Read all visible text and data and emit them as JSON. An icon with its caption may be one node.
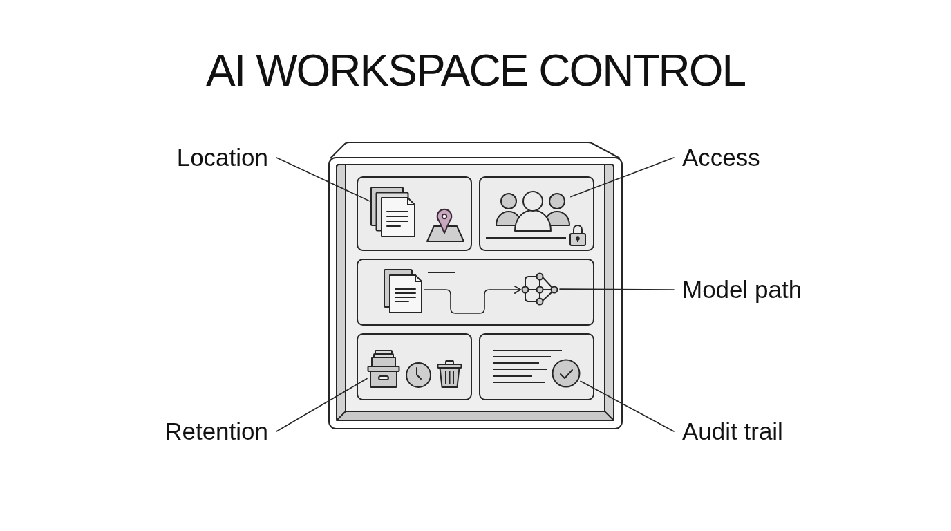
{
  "diagram": {
    "title": "AI WORKSPACE CONTROL",
    "nodes": [
      {
        "text": [
          "Location"
        ]
      },
      {
        "text": [
          "Access"
        ]
      },
      {
        "text": [
          "Model path"
        ]
      },
      {
        "text": [
          "Retention"
        ]
      },
      {
        "text": [
          "Audit trail"
        ]
      },
      {
        "text": [],
        "shape": "picture"
      },
      {
        "text": [],
        "shape": "picture"
      },
      {
        "text": [],
        "shape": "picture"
      },
      {
        "text": [],
        "shape": "picture"
      },
      {
        "text": [],
        "shape": "picture"
      },
      {
        "text": [],
        "shape": "picture"
      }
    ],
    "edges": [
      {
        "from": 0,
        "to": 5,
        "arrow": "none"
      },
      {
        "from": 1,
        "to": 6,
        "arrow": "none"
      },
      {
        "from": 2,
        "to": 8,
        "arrow": "none"
      },
      {
        "from": 3,
        "to": 9,
        "arrow": "none"
      },
      {
        "from": 4,
        "to": 10,
        "arrow": "none"
      },
      {
        "from": 7,
        "to": 8,
        "arrow": "to"
      }
    ]
  }
}
